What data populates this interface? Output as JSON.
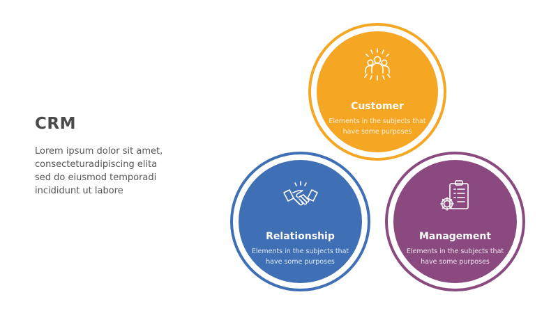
{
  "title": "CRM",
  "description_lines": [
    "Lorem ipsum dolor sit amet,",
    "consecteturadipiscing elita",
    "sed do eiusmod temporadi",
    "incididunt ut labore"
  ],
  "colors": {
    "customer": "#f5a623",
    "relationship": "#3f6fb5",
    "management": "#8a4a80",
    "title": "#4a4a4a"
  },
  "circles": [
    {
      "label": "Customer",
      "icon": "people-group-icon",
      "sub_lines": [
        "Elements in the subjects that",
        "have  some purposes"
      ]
    },
    {
      "label": "Relationship",
      "icon": "handshake-icon",
      "sub_lines": [
        "Elements in the subjects that",
        "have  some purposes"
      ]
    },
    {
      "label": "Management",
      "icon": "clipboard-gear-icon",
      "sub_lines": [
        "Elements in the subjects that",
        "have  some purposes"
      ]
    }
  ]
}
